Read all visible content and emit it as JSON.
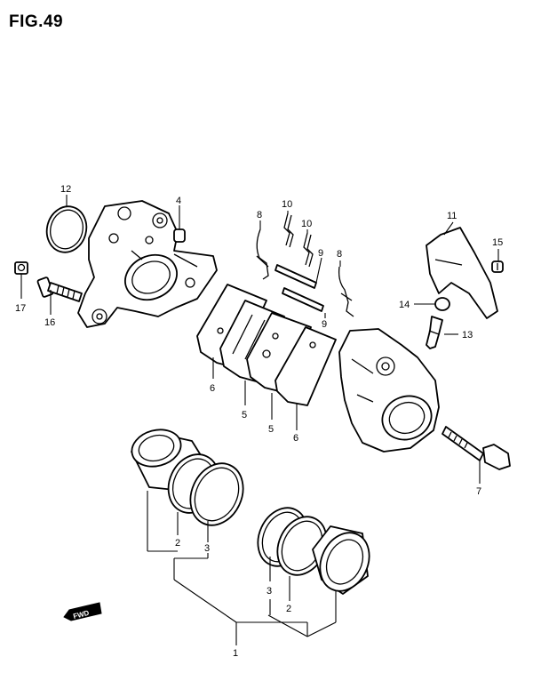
{
  "figure": {
    "title": "FIG.49"
  },
  "labels": {
    "p1": "1",
    "p2a": "2",
    "p3a": "3",
    "p2b": "2",
    "p3b": "3",
    "p4": "4",
    "p5a": "5",
    "p5b": "5",
    "p6a": "6",
    "p6b": "6",
    "p7": "7",
    "p8a": "8",
    "p8b": "8",
    "p9a": "9",
    "p9b": "9",
    "p10a": "10",
    "p10b": "10",
    "p11": "11",
    "p12": "12",
    "p13": "13",
    "p14": "14",
    "p15": "15",
    "p16": "16",
    "p17": "17"
  },
  "fwd_badge": {
    "text": "FWD"
  }
}
